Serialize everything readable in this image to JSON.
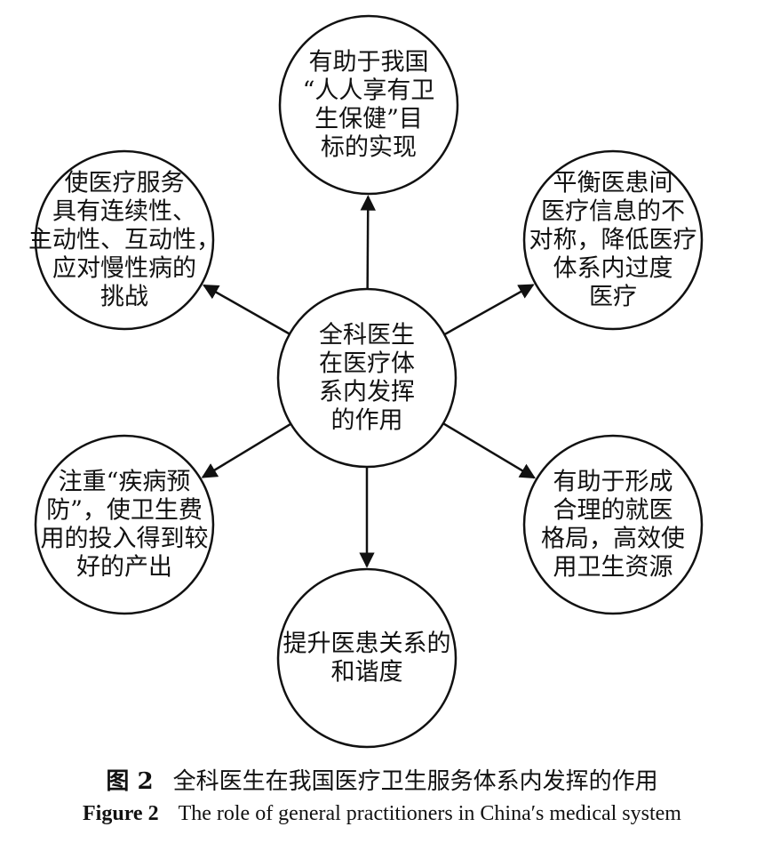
{
  "diagram": {
    "center": {
      "lines": [
        "全科医生",
        "在医疗体",
        "系内发挥",
        "的作用"
      ]
    },
    "nodes": [
      {
        "id": "top",
        "lines": [
          "有助于我国",
          "“人人享有卫",
          "生保健”目",
          "标的实现"
        ]
      },
      {
        "id": "upper-right",
        "lines": [
          "平衡医患间",
          "医疗信息的不",
          "对称，降低医疗",
          "体系内过度",
          "医疗"
        ]
      },
      {
        "id": "lower-right",
        "lines": [
          "有助于形成",
          "合理的就医",
          "格局，高效使",
          "用卫生资源"
        ]
      },
      {
        "id": "bottom",
        "lines": [
          "提升医患关系的",
          "和谐度"
        ]
      },
      {
        "id": "lower-left",
        "lines": [
          "注重“疾病预",
          "防”，使卫生费",
          "用的投入得到较",
          "好的产出"
        ]
      },
      {
        "id": "upper-left",
        "lines": [
          "使医疗服务",
          "具有连续性、",
          "主动性、互动性，",
          "应对慢性病的",
          "挑战"
        ]
      }
    ]
  },
  "caption": {
    "cn_label": "图 2",
    "cn_text": "全科医生在我国医疗卫生服务体系内发挥的作用",
    "en_label": "Figure 2",
    "en_text": "The role of general practitioners in China′s medical system"
  }
}
